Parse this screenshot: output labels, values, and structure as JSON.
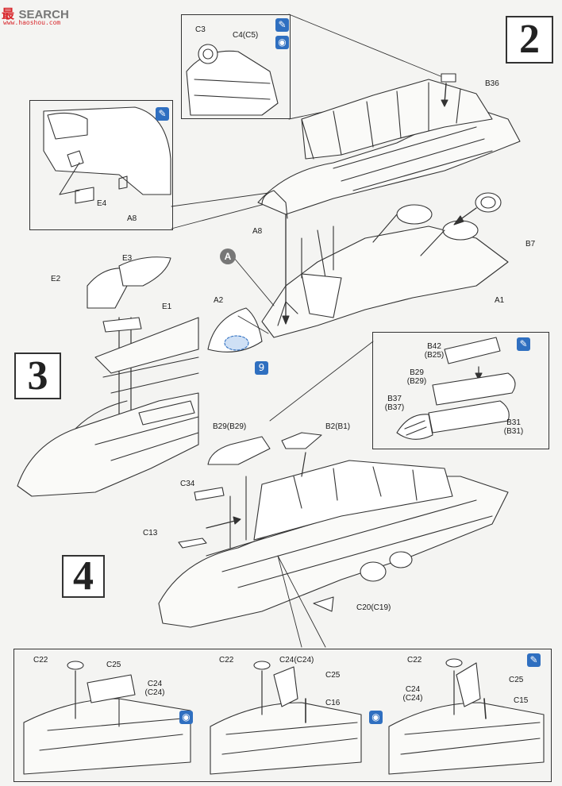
{
  "watermark": {
    "brand_cn": "最",
    "brand_suffix": "SEARCH",
    "url": "www.haoshou.com"
  },
  "steps": {
    "s2": "2",
    "s3": "3",
    "s4": "4"
  },
  "colors": {
    "accent": "#2f6fc0",
    "line": "#333333",
    "paper": "#f4f4f2"
  },
  "icons": {
    "paint": "paint-brush-icon",
    "glue": "glue-icon",
    "option": "alternate-parts-icon",
    "decal": "decal-icon"
  },
  "step2": {
    "C3": "C3",
    "C4": "C4(C5)",
    "B36": "B36",
    "E4": "E4",
    "A8a": "A8",
    "A8b": "A8",
    "B7": "B7",
    "A": "A",
    "A1": "A1",
    "A2": "A2",
    "decal_num": "9"
  },
  "step3": {
    "E3": "E3",
    "E2": "E2",
    "E1": "E1"
  },
  "step4": {
    "B42": "B42",
    "B42b": "(B25)",
    "B29a": "B29",
    "B29b": "(B29)",
    "B37": "B37",
    "B37b": "(B37)",
    "B31": "B31",
    "B31b": "(B31)",
    "B29main": "B29(B29)",
    "B2": "B2(B1)",
    "C34": "C34",
    "C13": "C13",
    "C20": "C20(C19)"
  },
  "bottom": {
    "p1": {
      "C22": "C22",
      "C25": "C25",
      "C24": "C24",
      "C24b": "(C24)"
    },
    "p2": {
      "C22": "C22",
      "C24": "C24(C24)",
      "C25": "C25",
      "C16": "C16"
    },
    "p3": {
      "C22": "C22",
      "C25": "C25",
      "C24": "C24",
      "C24b": "(C24)",
      "C15": "C15"
    }
  }
}
